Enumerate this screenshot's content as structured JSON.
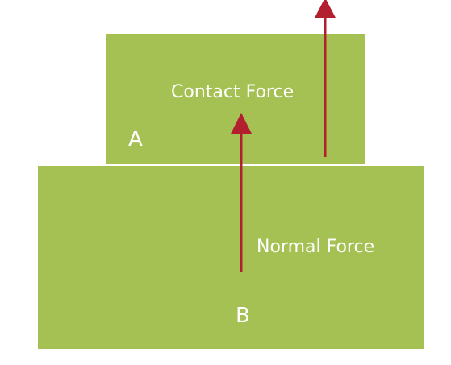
{
  "colors": {
    "block_fill": "#a6c153",
    "arrow": "#b2202f",
    "text": "#ffffff",
    "background": "#ffffff"
  },
  "blocks": {
    "top": {
      "label": "A"
    },
    "bottom": {
      "label": "B"
    }
  },
  "forces": {
    "contact": {
      "label": "Contact Force"
    },
    "normal": {
      "label": "Normal Force"
    }
  }
}
